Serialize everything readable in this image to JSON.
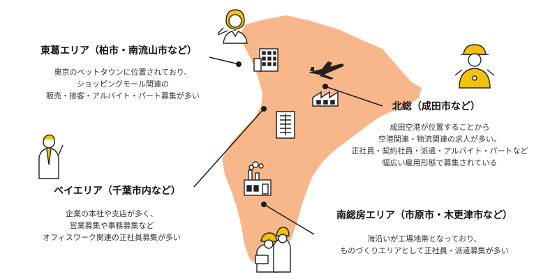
{
  "colors": {
    "land": "#f7b78a",
    "leader": "#1a1a1a",
    "accent_yellow": "#f6c400",
    "helmet_yellow": "#f2c20b",
    "icon_fill": "#ffffff"
  },
  "regions": [
    {
      "id": "tokatsu",
      "heading": "東葛エリア（柏市・南流山市など）",
      "lines": [
        "東京のベットタウンに位置されており、",
        "ショッピングモール関連の",
        "販売・接客・アルバイト・パート募集が多い"
      ]
    },
    {
      "id": "hokuso",
      "heading": "北総（成田市など）",
      "lines": [
        "成田空港が位置することから",
        "空港関連・物流関連の求人が多い。",
        "正社員・契約社員・派遣・アルバイト・パートなど",
        "幅広い雇用形態で募集されている"
      ]
    },
    {
      "id": "bay",
      "heading": "ベイエリア（千葉市内など）",
      "lines": [
        "企業の本社や支店が多く、",
        "営業募集や事務募集など",
        "オフィスワーク関連の正社員募集が多い"
      ]
    },
    {
      "id": "minamiboso",
      "heading": "南総房エリア（市原市・木更津市など）",
      "lines": [
        "海沿いが工場地帯となっており、",
        "ものづくりエリアとして正社員・派遣募集が多い"
      ]
    }
  ],
  "icons": {
    "businesswoman": "businesswoman-icon",
    "office_building": "office-building-icon",
    "airplane": "airplane-icon",
    "warehouse": "warehouse-icon",
    "high_rise": "high-rise-building-icon",
    "factory": "factory-icon",
    "worker_cap": "worker-cap-icon",
    "businessman": "businessman-icon",
    "construction_workers": "construction-workers-icon"
  }
}
